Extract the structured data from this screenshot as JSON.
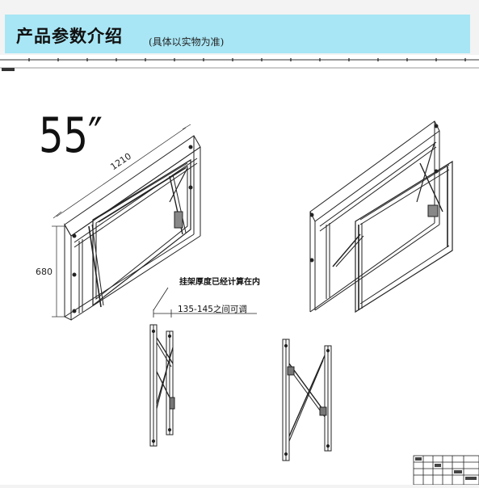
{
  "header": {
    "title": "产品参数介绍",
    "subtitle": "(具体以实物为准)"
  },
  "drawing": {
    "size_label": "55″",
    "width_dim": "1210",
    "height_dim": "680",
    "note_thickness": "挂架厚度已经计算在内",
    "note_adjust": "135-145之间可调"
  }
}
